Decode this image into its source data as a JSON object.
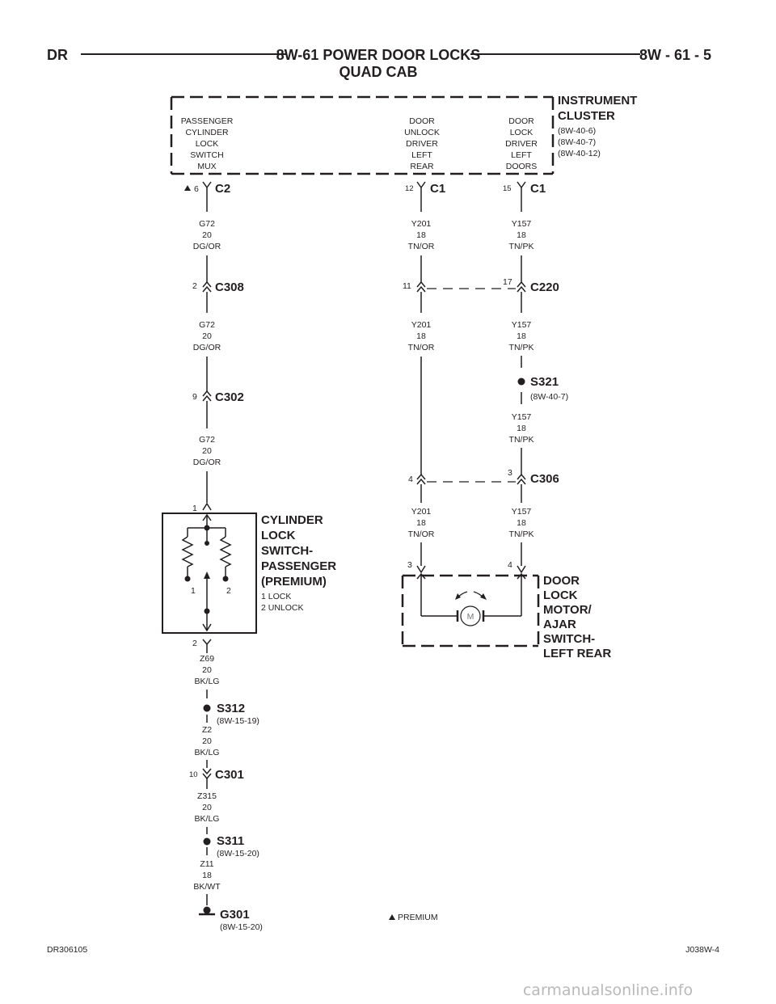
{
  "header": {
    "left": "DR",
    "title": "8W-61 POWER DOOR LOCKS",
    "subtitle": "QUAD CAB",
    "page": "8W - 61 - 5"
  },
  "footer": {
    "left": "DR306105",
    "right": "J038W-4"
  },
  "watermark": "carmanualsonline.info",
  "instrument_cluster": {
    "title": [
      "INSTRUMENT",
      "CLUSTER"
    ],
    "refs": [
      "(8W-40-6)",
      "(8W-40-7)",
      "(8W-40-12)"
    ],
    "sections": [
      [
        "PASSENGER",
        "CYLINDER",
        "LOCK",
        "SWITCH",
        "MUX"
      ],
      [
        "DOOR",
        "UNLOCK",
        "DRIVER",
        "LEFT",
        "REAR"
      ],
      [
        "DOOR",
        "LOCK",
        "DRIVER",
        "LEFT",
        "DOORS"
      ]
    ]
  },
  "pins": {
    "c2_pin": "6",
    "c2": "C2",
    "c1a_pin": "12",
    "c1a": "C1",
    "c1b_pin": "15",
    "c1b": "C1",
    "c308_pin": "2",
    "c308": "C308",
    "c220_pin_a": "11",
    "c220_pin_b": "17",
    "c220": "C220",
    "c302_pin": "9",
    "c302": "C302",
    "c306_pin_a": "4",
    "c306_pin_b": "3",
    "c306": "C306",
    "sw_pin_top": "1",
    "sw_pin_bot": "2",
    "motor_pin_a": "3",
    "motor_pin_b": "4",
    "c301_pin": "10",
    "c301": "C301"
  },
  "wires": {
    "g72_a": [
      "G72",
      "20",
      "DG/OR"
    ],
    "g72_b": [
      "G72",
      "20",
      "DG/OR"
    ],
    "g72_c": [
      "G72",
      "20",
      "DG/OR"
    ],
    "y201_a": [
      "Y201",
      "18",
      "TN/OR"
    ],
    "y201_b": [
      "Y201",
      "18",
      "TN/OR"
    ],
    "y201_c": [
      "Y201",
      "18",
      "TN/OR"
    ],
    "y157_a": [
      "Y157",
      "18",
      "TN/PK"
    ],
    "y157_b": [
      "Y157",
      "18",
      "TN/PK"
    ],
    "y157_c": [
      "Y157",
      "18",
      "TN/PK"
    ],
    "y157_d": [
      "Y157",
      "18",
      "TN/PK"
    ],
    "z69": [
      "Z69",
      "20",
      "BK/LG"
    ],
    "z2": [
      "Z2",
      "20",
      "BK/LG"
    ],
    "z315": [
      "Z315",
      "20",
      "BK/LG"
    ],
    "z11": [
      "Z11",
      "18",
      "BK/WT"
    ]
  },
  "splices": {
    "s321": "S321",
    "s321_ref": "(8W-40-7)",
    "s312": "S312",
    "s312_ref": "(8W-15-19)",
    "s311": "S311",
    "s311_ref": "(8W-15-20)",
    "g301": "G301",
    "g301_ref": "(8W-15-20)"
  },
  "cylinder_switch": {
    "title": [
      "CYLINDER",
      "LOCK",
      "SWITCH-",
      "PASSENGER",
      "(PREMIUM)"
    ],
    "legend": [
      "1 LOCK",
      "2 UNLOCK"
    ],
    "pos1": "1",
    "pos2": "2"
  },
  "door_motor": {
    "title": [
      "DOOR",
      "LOCK",
      "MOTOR/",
      "AJAR",
      "SWITCH-",
      "LEFT REAR"
    ],
    "motor_symbol": "M"
  },
  "notes": {
    "premium": "PREMIUM"
  }
}
